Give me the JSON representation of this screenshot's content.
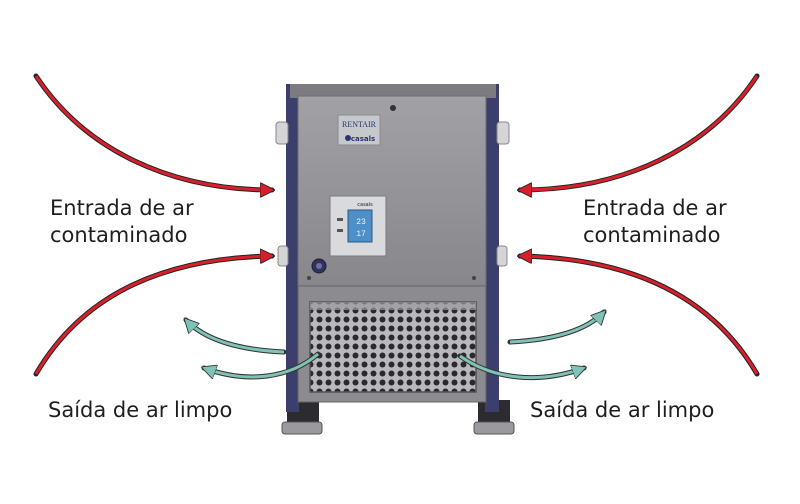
{
  "labels": {
    "inlet_left_line1": "Entrada de ar",
    "inlet_left_line2": "contaminado",
    "inlet_right_line1": "Entrada de ar",
    "inlet_right_line2": "contaminado",
    "outlet_left": "Saída de ar limpo",
    "outlet_right": "Saída de ar limpo"
  },
  "device": {
    "brand_logo": "RENTAIR",
    "maker_logo": "casals",
    "panel_logo": "casals",
    "display_readout_top": "23",
    "display_readout_bottom": "17"
  },
  "colors": {
    "inlet_arrow": "#d8202c",
    "outlet_arrow": "#7fc3b6",
    "body_panel": "#8f8f92",
    "frame": "#3c3f6b"
  },
  "icons": [
    "inlet-arrow",
    "outlet-arrow",
    "control-panel-display",
    "power-knob",
    "grille"
  ]
}
